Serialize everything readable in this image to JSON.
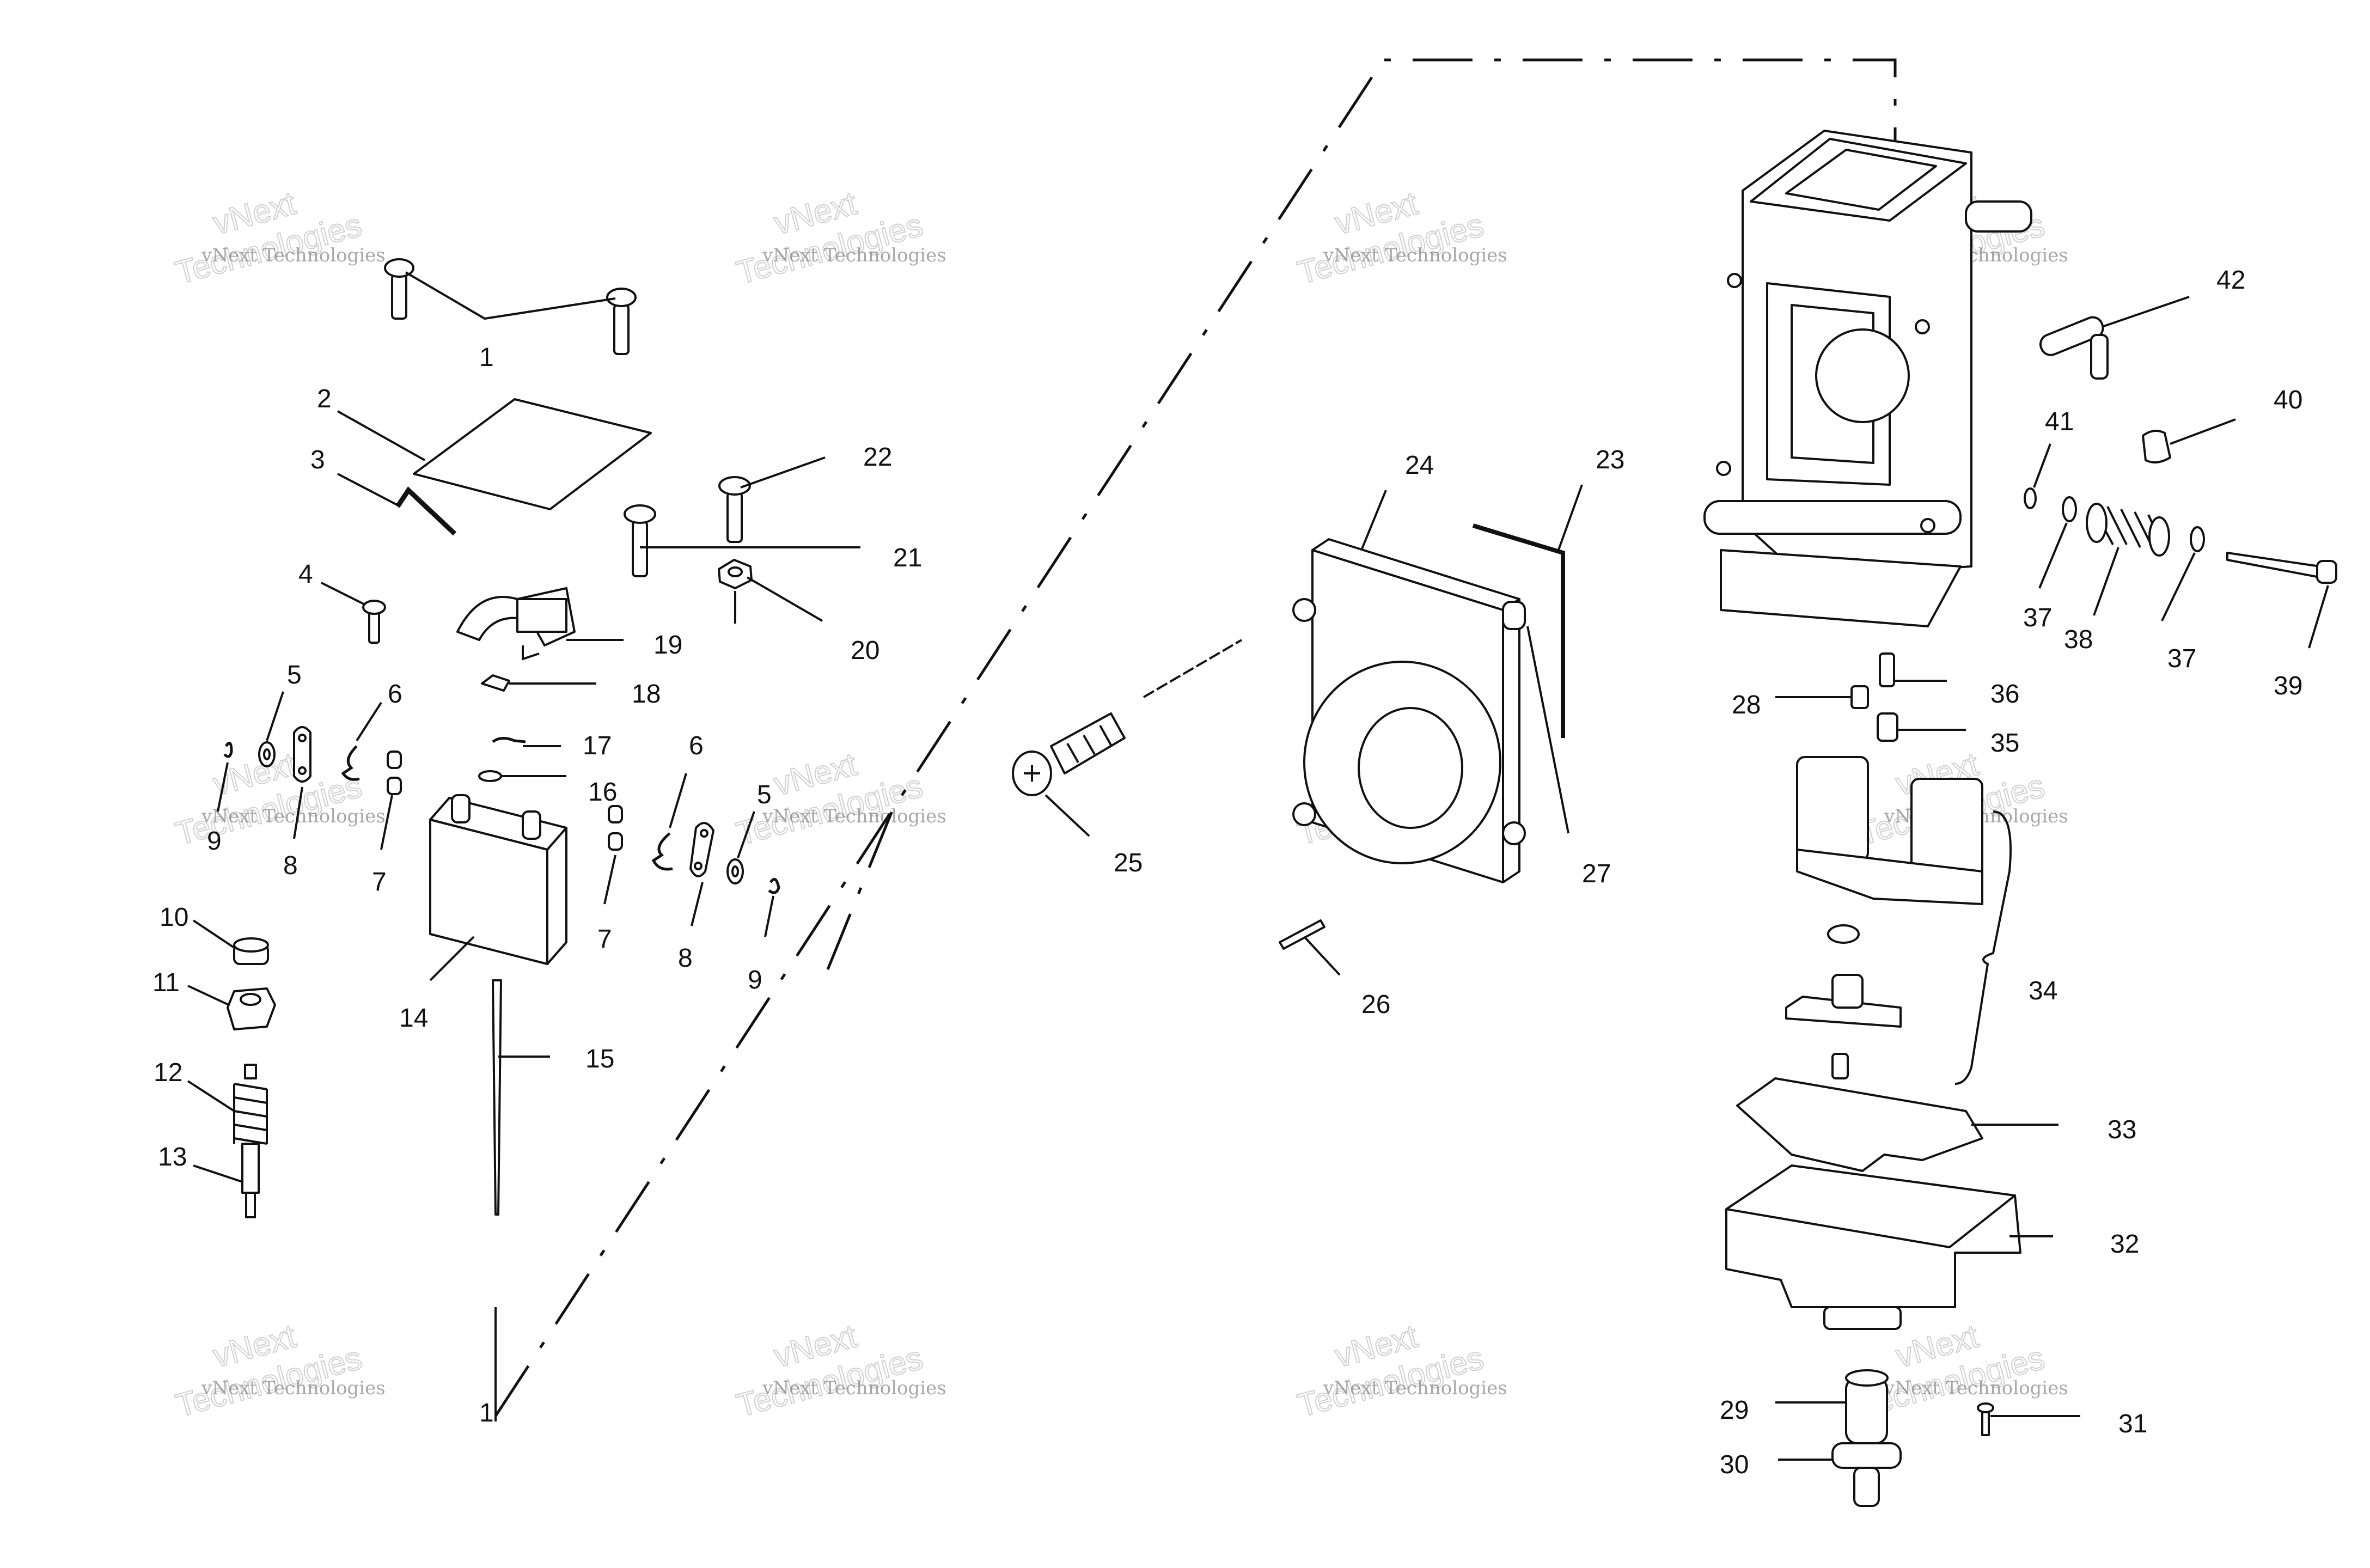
{
  "watermark": {
    "line_small": "vNext Technologies",
    "line_big_1": "vNext",
    "line_big_2": "Technologies"
  },
  "callouts": {
    "c1": "1",
    "c2": "2",
    "c3": "3",
    "c4": "4",
    "c5a": "5",
    "c5b": "5",
    "c6a": "6",
    "c6b": "6",
    "c7a": "7",
    "c7b": "7",
    "c8a": "8",
    "c8b": "8",
    "c9a": "9",
    "c9b": "9",
    "c10": "10",
    "c11": "11",
    "c12": "12",
    "c13": "13",
    "c14": "14",
    "c15": "15",
    "c16": "16",
    "c17": "17",
    "c18": "18",
    "c19": "19",
    "c20": "20",
    "c21": "21",
    "c22": "22",
    "c23": "23",
    "c24": "24",
    "c25": "25",
    "c26": "26",
    "c27": "27",
    "c28": "28",
    "c29": "29",
    "c30": "30",
    "c31": "31",
    "c32": "32",
    "c33": "33",
    "c34": "34",
    "c35": "35",
    "c36": "36",
    "c37a": "37",
    "c37b": "37",
    "c38": "38",
    "c39": "39",
    "c40": "40",
    "c41": "41",
    "c42": "42"
  },
  "colors": {
    "line": "#111111",
    "background": "#ffffff",
    "watermark": "#8a8a8a"
  }
}
